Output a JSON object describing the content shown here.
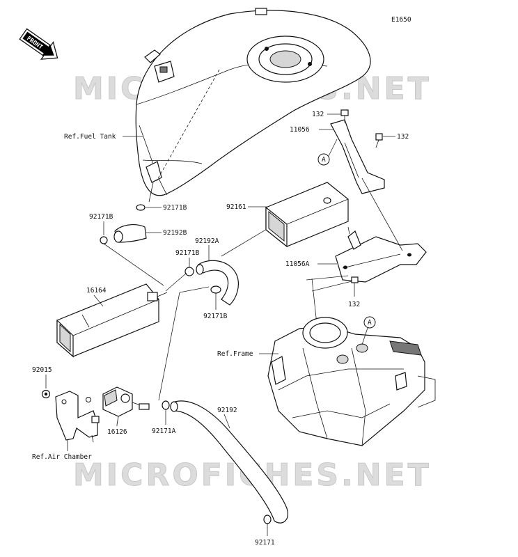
{
  "diagram_id": "E1650",
  "front_badge": "FRONT",
  "watermark": "MICROFICHES.NET",
  "callout_letter": "A",
  "labels": {
    "ref_fuel_tank": "Ref.Fuel Tank",
    "ref_frame": "Ref.Frame",
    "ref_air_chamber": "Ref.Air Chamber",
    "p92171B_a": "92171B",
    "p92171B_b": "92171B",
    "p92171B_c": "92171B",
    "p92171B_d": "92171B",
    "p92192B": "92192B",
    "p92192A": "92192A",
    "p92161": "92161",
    "p16164": "16164",
    "p92015": "92015",
    "p16126": "16126",
    "p92171A": "92171A",
    "p92192": "92192",
    "p92171": "92171",
    "p132_a": "132",
    "p132_b": "132",
    "p132_c": "132",
    "p11056": "11056",
    "p11056A": "11056A"
  }
}
